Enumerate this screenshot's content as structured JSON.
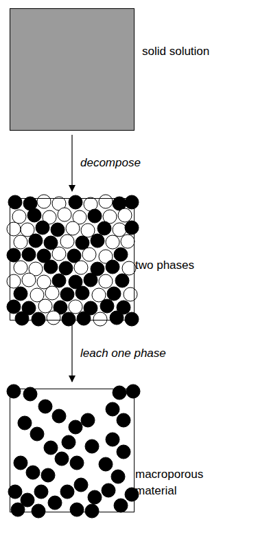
{
  "diagram": {
    "nodes": [
      {
        "text": [
          "solid solution"
        ]
      },
      {
        "text": [
          "two phases"
        ]
      },
      {
        "text": [
          "macroporous material"
        ]
      }
    ],
    "edges": [
      {
        "from": 0,
        "to": 1,
        "arrow": "to",
        "label": "decompose"
      },
      {
        "from": 1,
        "to": 2,
        "arrow": "to",
        "label": "leach one phase"
      }
    ]
  }
}
